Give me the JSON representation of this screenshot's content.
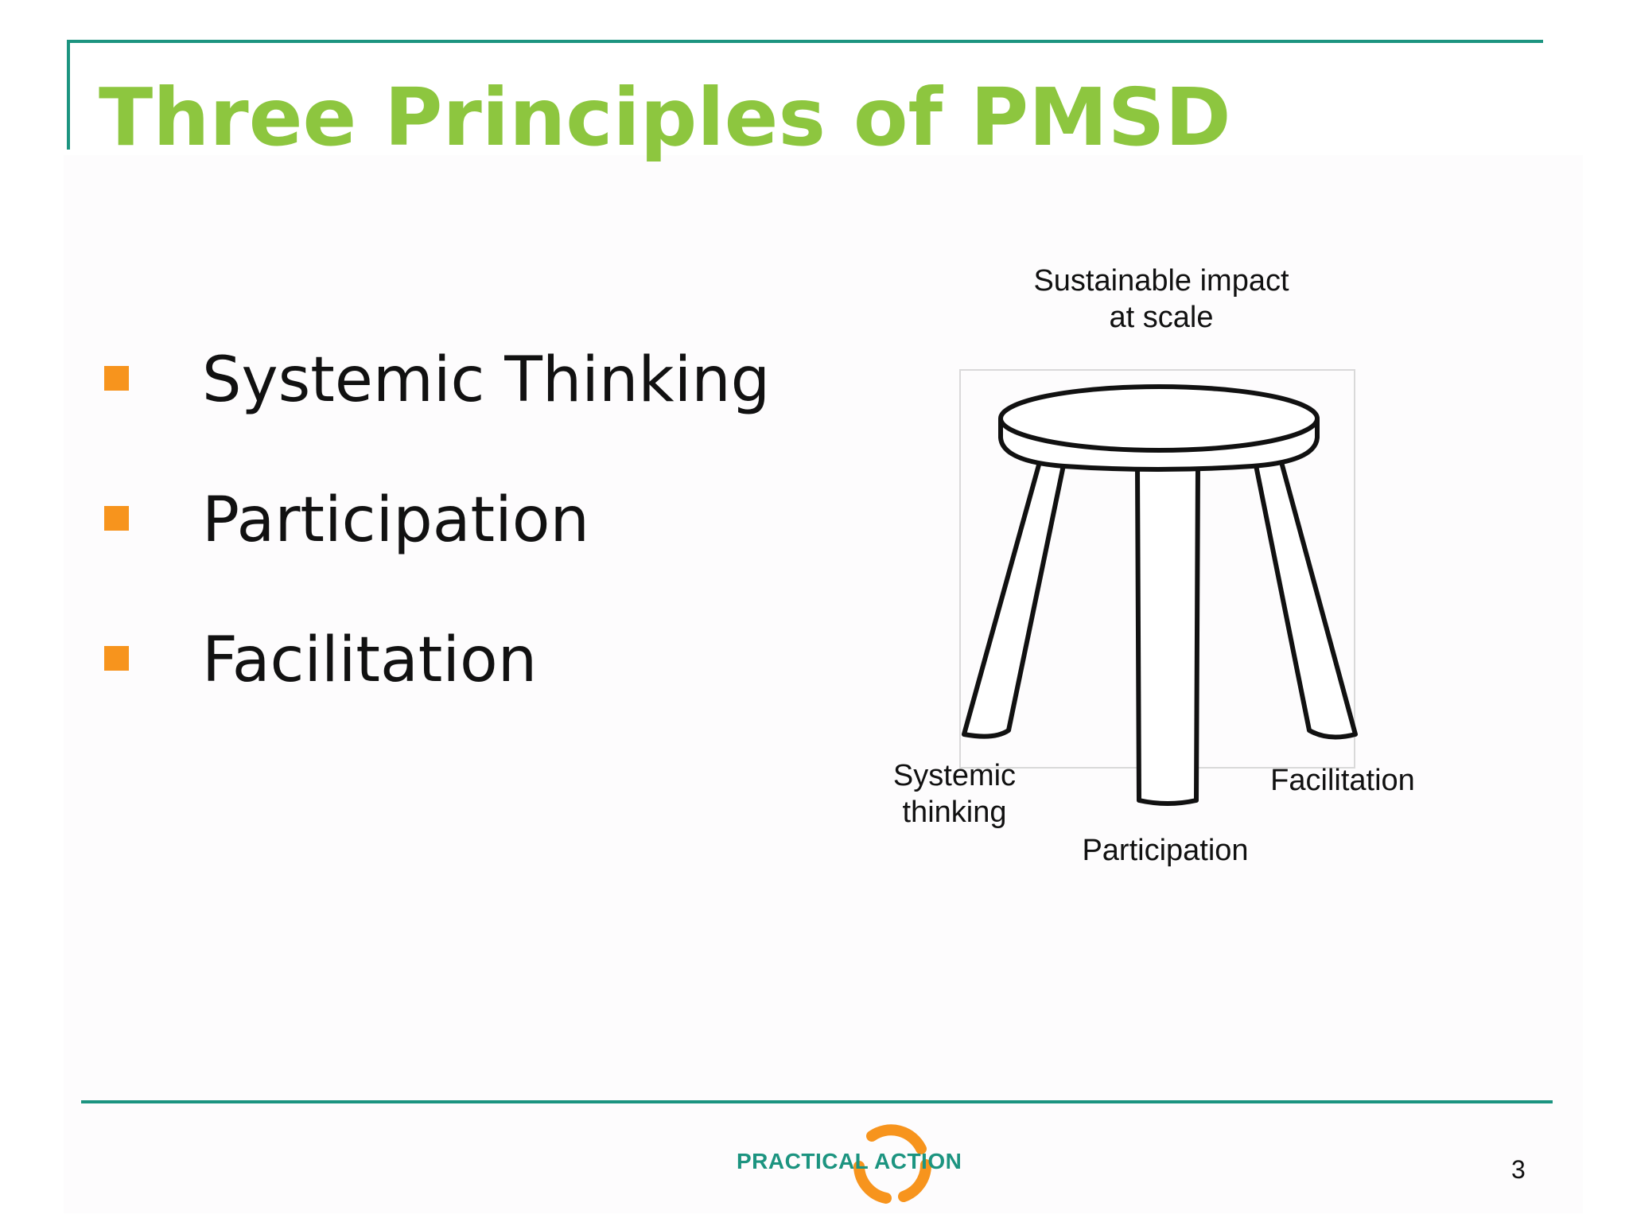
{
  "slide": {
    "title": "Three Principles of PMSD",
    "bullets": [
      {
        "label": "Systemic Thinking"
      },
      {
        "label": "Participation"
      },
      {
        "label": "Facilitation"
      }
    ],
    "stool_figure": {
      "top_label": "Sustainable impact\nat scale",
      "left_leg_label": "Systemic\nthinking",
      "middle_leg_label": "Participation",
      "right_leg_label": "Facilitation"
    },
    "footer": {
      "logo_text": "PRACTICAL ACTION",
      "page_number": "3"
    }
  },
  "colors": {
    "title": "#8dc63f",
    "rule": "#1c9480",
    "bullet": "#f7941d",
    "logo_text": "#1c9480",
    "logo_mark": "#f7941d"
  },
  "icons": {
    "bullet": "orange-square",
    "figure": "three-legged-stool",
    "logo": "practical-action-circle-mark"
  }
}
